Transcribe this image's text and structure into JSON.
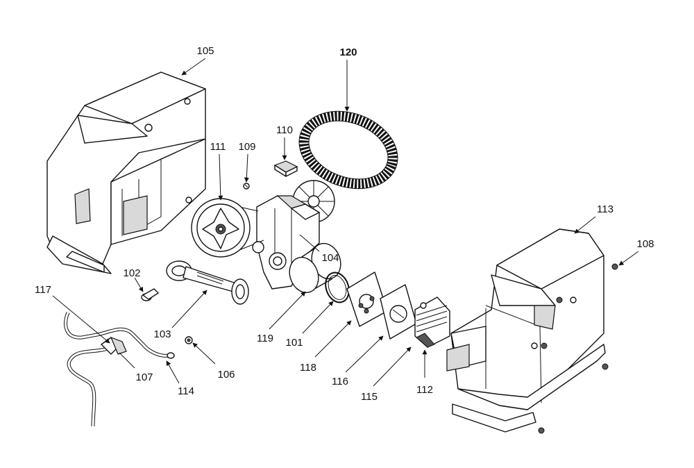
{
  "labels": {
    "p101": "101",
    "p102": "102",
    "p103": "103",
    "p104": "104",
    "p105": "105",
    "p106": "106",
    "p107": "107",
    "p108": "108",
    "p109": "109",
    "p110": "110",
    "p111": "111",
    "p112": "112",
    "p113": "113",
    "p114": "114",
    "p115": "115",
    "p116": "116",
    "p117": "117",
    "p118": "118",
    "p119": "119",
    "p120": "120"
  }
}
